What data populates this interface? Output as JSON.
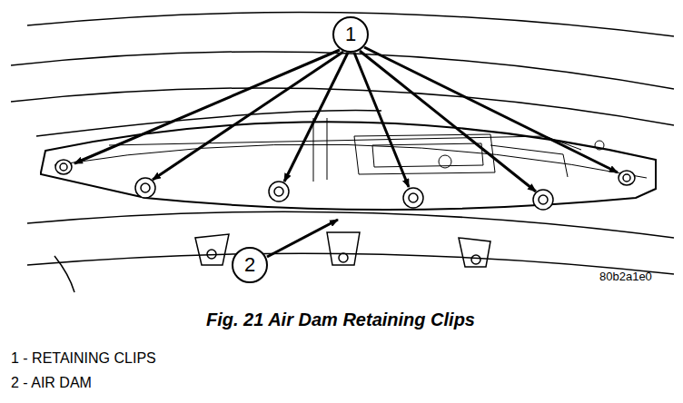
{
  "diagram": {
    "caption": "Fig. 21 Air Dam Retaining Clips",
    "nodes": [
      {
        "text": [
          "1"
        ]
      },
      {
        "text": [
          "2"
        ]
      }
    ],
    "labels": [
      "80b2a1e0",
      "1 - RETAINING CLIPS",
      "2 - AIR DAM"
    ]
  }
}
